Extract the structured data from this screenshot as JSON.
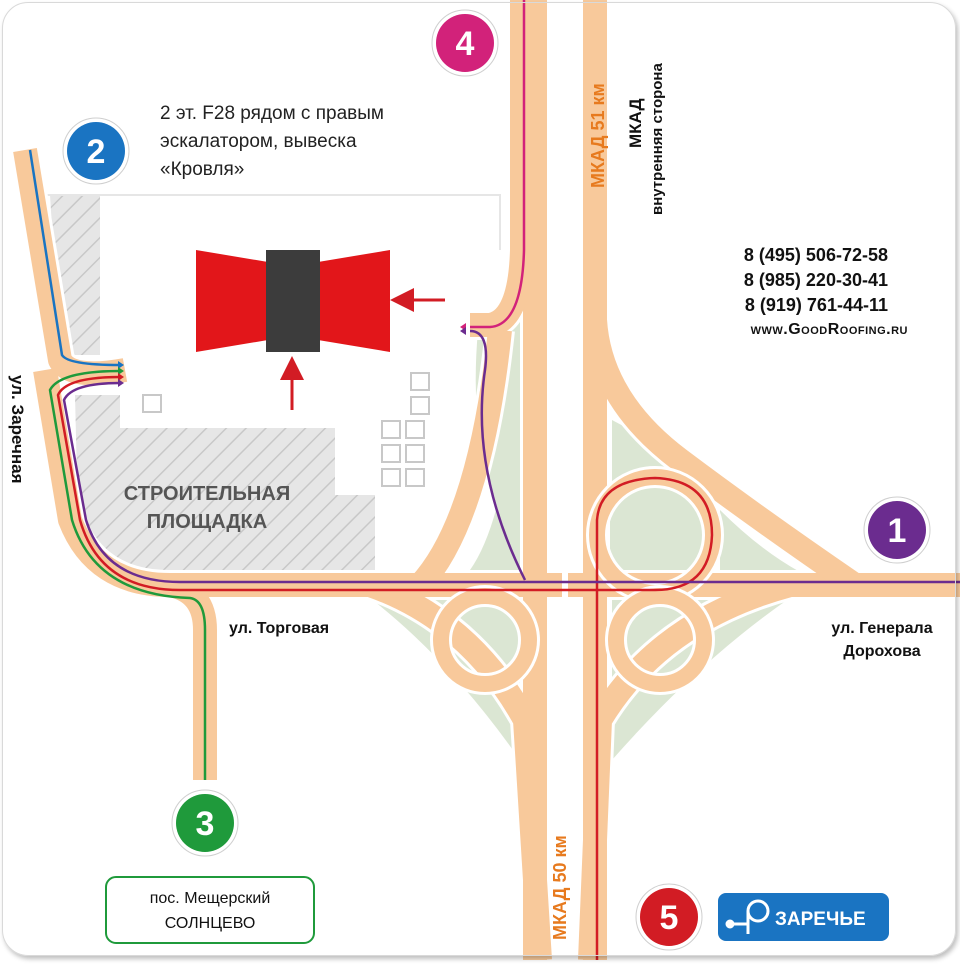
{
  "colors": {
    "road_fill": "#f8c99b",
    "road_edge": "#ffffff",
    "grass": "#dbe6d3",
    "construction": "#e6e6e6",
    "hatch": "#c8c8c8",
    "route_blue": "#1a74c2",
    "route_green": "#1f9a3b",
    "route_red": "#d21c24",
    "route_purple": "#6b2c8f",
    "route_magenta": "#d2227a",
    "mkad_text": "#e77a1e",
    "building_red": "#e2161a",
    "building_dark": "#3c3c3c",
    "badge_blue": "#1a74c2"
  },
  "icons": {
    "direction_arrows": "red-arrow",
    "building": "roofing-shop-icon",
    "metro_logo": "metro-station-logo"
  },
  "markers": [
    {
      "number": "1",
      "color": "#6b2c8f"
    },
    {
      "number": "2",
      "color": "#1a74c2"
    },
    {
      "number": "3",
      "color": "#1f9a3b"
    },
    {
      "number": "4",
      "color": "#d2227a"
    },
    {
      "number": "5",
      "color": "#d21c24"
    }
  ],
  "labels": {
    "location_note": [
      "2 эт. F28 рядом с правым",
      "эскалатором, вывеска",
      "«Кровля»"
    ],
    "mkad_51": "МКАД 51 км",
    "mkad_50": "МКАД 50 км",
    "mkad_inner": [
      "МКАД",
      "внутренняя сторона"
    ],
    "phones": [
      "8 (495) 506-72-58",
      "8 (985) 220-30-41",
      "8 (919) 761-44-11"
    ],
    "website": "www.GoodRoofing.ru",
    "construction_site": [
      "СТРОИТЕЛЬНАЯ",
      "ПЛОЩАДКА"
    ],
    "street_zarechnaya": "ул. Заречная",
    "street_torgovaya": "ул. Торговая",
    "street_dorokhova": [
      "ул. Генерала",
      "Дорохова"
    ],
    "destination": [
      "пос. Мещерский",
      "СОЛНЦЕВО"
    ],
    "metro": "ЗАРЕЧЬЕ"
  }
}
